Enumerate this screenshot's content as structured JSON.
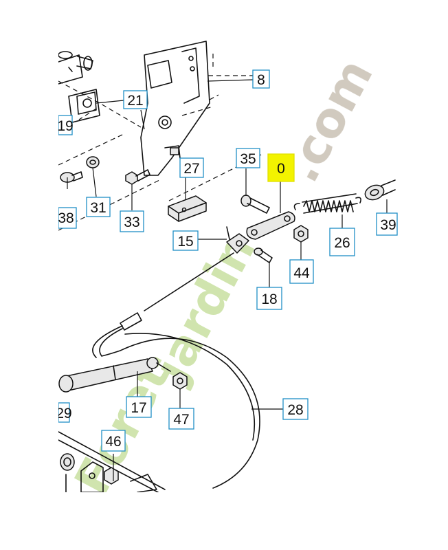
{
  "labels": [
    "8",
    "21",
    "19",
    "27",
    "35",
    "0",
    "38",
    "31",
    "33",
    "15",
    "26",
    "39",
    "44",
    "18",
    "17",
    "47",
    "28",
    "29",
    "46"
  ],
  "watermark": {
    "part1": "Foret",
    "part2": "jardin",
    "part3": ".com",
    "color1": "#c8e0a0",
    "color2": "#f5c9a0",
    "color3": "#c9c1b4"
  },
  "highlight_color": "#f3f300",
  "box_color": "#1f8fc6"
}
